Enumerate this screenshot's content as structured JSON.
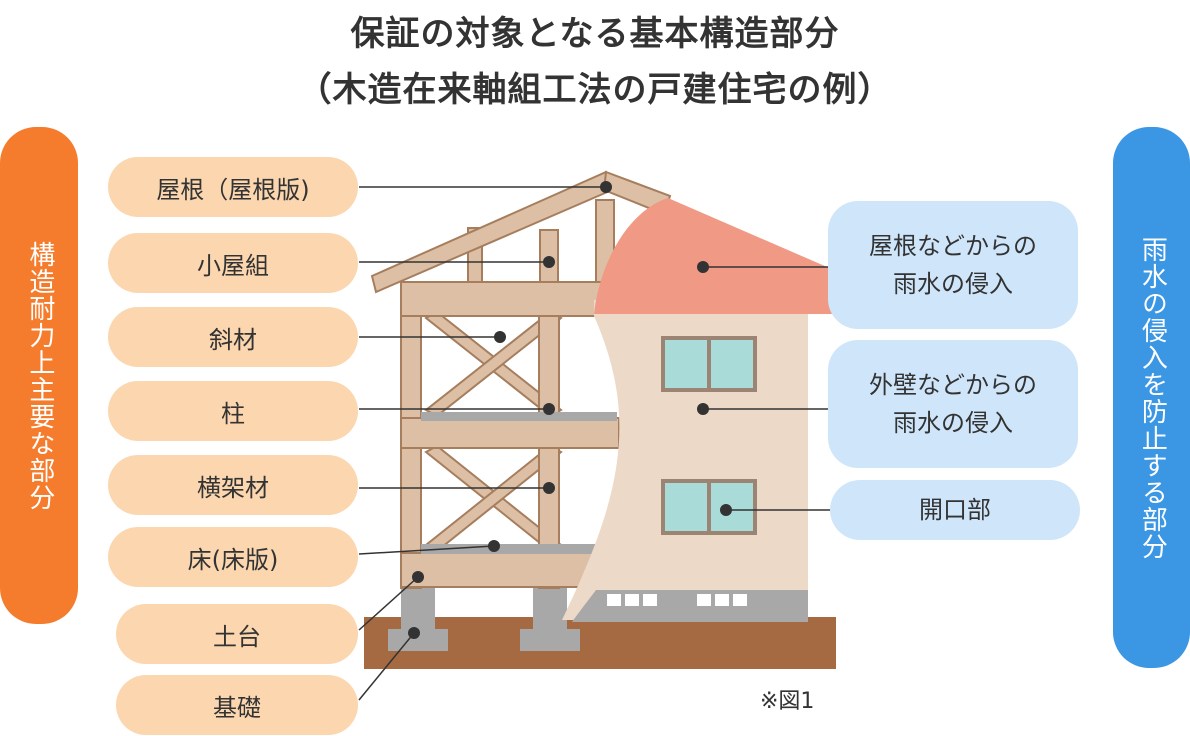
{
  "title_line1": "保証の対象となる基本構造部分",
  "title_line2": "（木造在来軸組工法の戸建住宅の例）",
  "left_category": "構造耐力上主要な部分",
  "right_category": "雨水の侵入を防止する部分",
  "structure_labels": {
    "roof": "屋根（屋根版)",
    "koyagumi": "小屋組",
    "brace": "斜材",
    "column": "柱",
    "beam": "横架材",
    "floor": "床(床版)",
    "sill": "土台",
    "foundation": "基礎"
  },
  "water_labels": {
    "roof_water_line1": "屋根などからの",
    "roof_water_line2": "雨水の侵入",
    "wall_water_line1": "外壁などからの",
    "wall_water_line2": "雨水の侵入",
    "opening": "開口部"
  },
  "figure_note": "※図1",
  "colors": {
    "orange_accent": "#f47c2c",
    "blue_accent": "#3b96e4",
    "structure_label_bg": "#fbd6af",
    "water_label_bg": "#cfe6fa",
    "roof_color": "#f09a86",
    "wall_color": "#ecd9c7",
    "timber_color": "#dcbfa4",
    "ground_color": "#a56a42",
    "window_glass": "#a9dcd9"
  }
}
